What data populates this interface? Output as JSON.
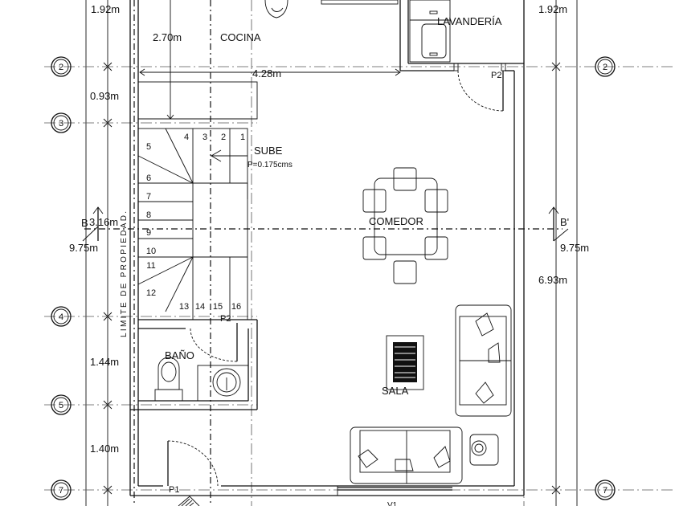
{
  "title": "Planta primer piso",
  "rooms": {
    "cocina": "COCINA",
    "lavanderia": "LAVANDERÍA",
    "comedor": "COMEDOR",
    "bano": "BAÑO",
    "sala": "SALA"
  },
  "stairs": {
    "label": "SUBE",
    "riser": "P=0.175cms",
    "steps": [
      "1",
      "2",
      "3",
      "4",
      "5",
      "6",
      "7",
      "8",
      "9",
      "10",
      "11",
      "12",
      "13",
      "14",
      "15",
      "16"
    ]
  },
  "dimensions": {
    "left_top": "1.92m",
    "right_top": "1.92m",
    "kitchen_depth": "2.70m",
    "width": "4.28m",
    "grid_2_3": "0.93m",
    "stair_section": "3.16m",
    "total_left": "9.75m",
    "total_right": "9.75m",
    "right_lower": "6.93m",
    "grid_4_5": "1.44m",
    "grid_5_7": "1.40m"
  },
  "grid_axes": [
    "2",
    "3",
    "4",
    "5",
    "7"
  ],
  "section": {
    "start": "B",
    "end": "B'"
  },
  "doors": {
    "laundry": "P2",
    "bath": "P2",
    "entry": "P1"
  },
  "window": "V1",
  "property_limit": "LIMITE DE PROPIEDAD."
}
